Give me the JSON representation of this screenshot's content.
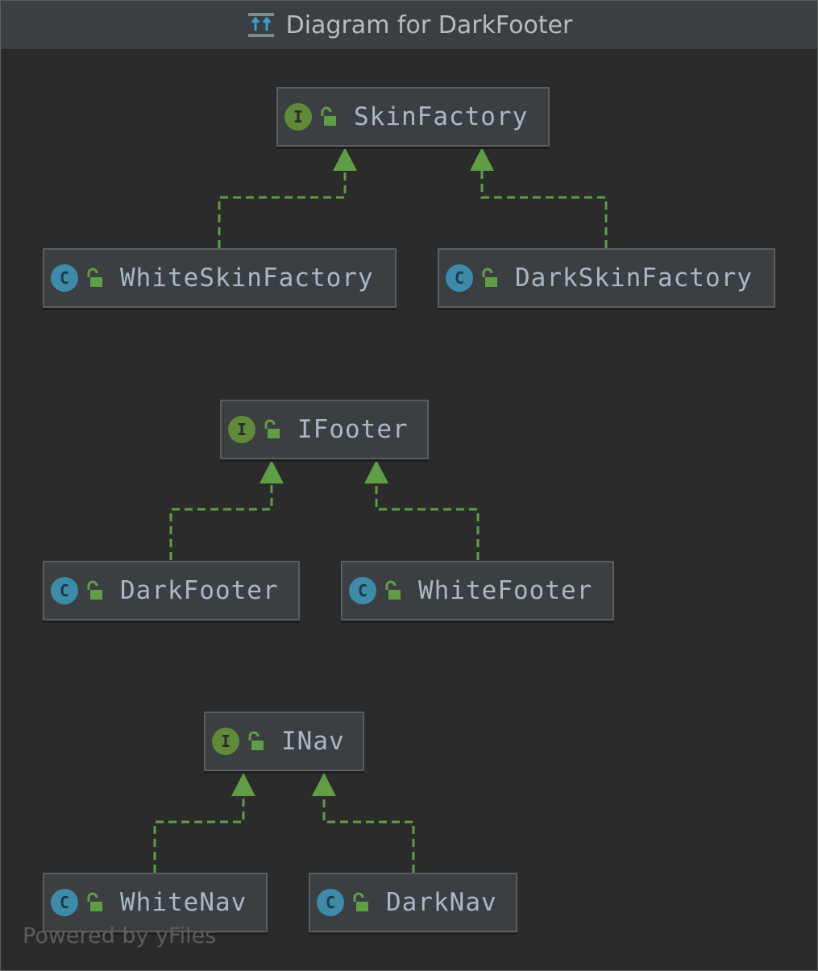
{
  "window": {
    "title": "Diagram for DarkFooter",
    "icon": "uml-diagram-icon"
  },
  "colors": {
    "background": "#2b2b2b",
    "titlebar": "#3c3f41",
    "node_fill": "#3c3f41",
    "node_border": "#5b5d5f",
    "node_text": "#a9b7c6",
    "interface_badge": "#5f8b39",
    "class_badge": "#3d8ba8",
    "edge": "#5f9e45"
  },
  "nodes": {
    "skin_factory": {
      "name": "SkinFactory",
      "kind": "I"
    },
    "white_skin_factory": {
      "name": "WhiteSkinFactory",
      "kind": "C"
    },
    "dark_skin_factory": {
      "name": "DarkSkinFactory",
      "kind": "C"
    },
    "ifooter": {
      "name": "IFooter",
      "kind": "I"
    },
    "dark_footer": {
      "name": "DarkFooter",
      "kind": "C"
    },
    "white_footer": {
      "name": "WhiteFooter",
      "kind": "C"
    },
    "inav": {
      "name": "INav",
      "kind": "I"
    },
    "white_nav": {
      "name": "WhiteNav",
      "kind": "C"
    },
    "dark_nav": {
      "name": "DarkNav",
      "kind": "C"
    }
  },
  "edges": [
    {
      "from": "WhiteSkinFactory",
      "to": "SkinFactory",
      "type": "implements"
    },
    {
      "from": "DarkSkinFactory",
      "to": "SkinFactory",
      "type": "implements"
    },
    {
      "from": "DarkFooter",
      "to": "IFooter",
      "type": "implements"
    },
    {
      "from": "WhiteFooter",
      "to": "IFooter",
      "type": "implements"
    },
    {
      "from": "WhiteNav",
      "to": "INav",
      "type": "implements"
    },
    {
      "from": "DarkNav",
      "to": "INav",
      "type": "implements"
    }
  ],
  "watermark": "Powered by yFiles"
}
